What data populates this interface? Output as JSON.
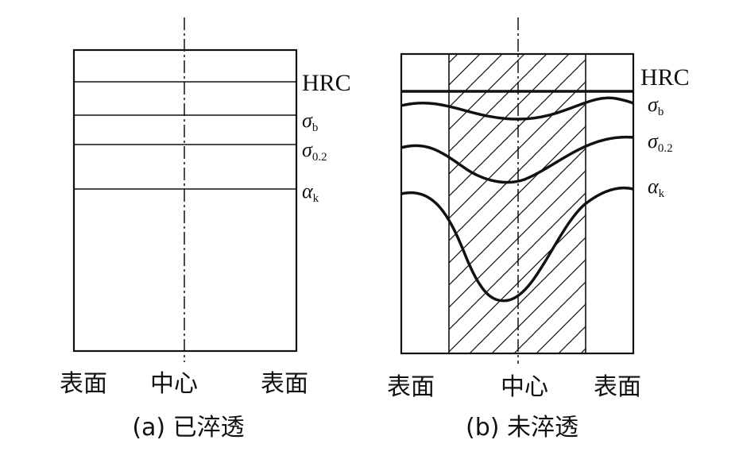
{
  "panel_a": {
    "labels": {
      "hrc": "HRC",
      "sigma_b": "σ",
      "sigma_b_sub": "b",
      "sigma_02": "σ",
      "sigma_02_sub": "0.2",
      "alpha_k": "α",
      "alpha_k_sub": "k"
    },
    "axis": {
      "left": "表面",
      "center": "中心",
      "right": "表面"
    },
    "caption": "(a) 已淬透"
  },
  "panel_b": {
    "labels": {
      "hrc": "HRC",
      "sigma_b": "σ",
      "sigma_b_sub": "b",
      "sigma_02": "σ",
      "sigma_02_sub": "0.2",
      "alpha_k": "α",
      "alpha_k_sub": "k"
    },
    "axis": {
      "left": "表面",
      "center": "中心",
      "right": "表面"
    },
    "caption": "(b) 未淬透"
  }
}
